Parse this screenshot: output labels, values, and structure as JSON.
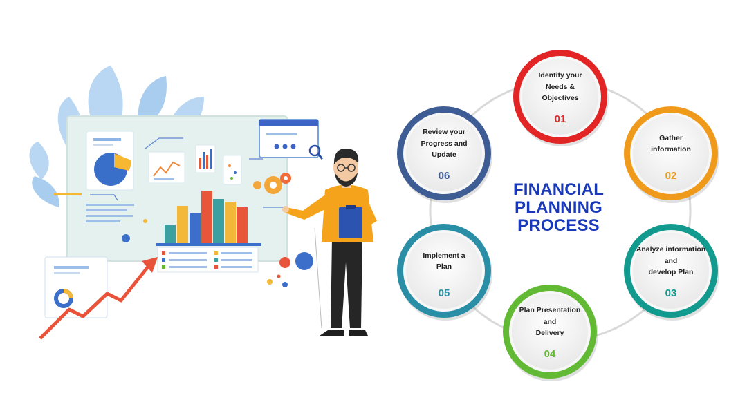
{
  "title": {
    "line1": "FINANCIAL",
    "line2": "PLANNING",
    "line3": "PROCESS"
  },
  "steps": [
    {
      "label": [
        "Identify your",
        "Needs &",
        "Objectives"
      ],
      "number": "01",
      "color": "#e32424"
    },
    {
      "label": [
        "Gather",
        "information"
      ],
      "number": "02",
      "color": "#f09a1c"
    },
    {
      "label": [
        "Analyze information",
        "and",
        "develop Plan"
      ],
      "number": "03",
      "color": "#139a8e"
    },
    {
      "label": [
        "Plan Presentation",
        "and",
        "Delivery"
      ],
      "number": "04",
      "color": "#62b934"
    },
    {
      "label": [
        "Implement a",
        "Plan"
      ],
      "number": "05",
      "color": "#2a8fa6"
    },
    {
      "label": [
        "Review your",
        "Progress and",
        "Update"
      ],
      "number": "06",
      "color": "#3f5d95"
    }
  ],
  "colors": {
    "title": "#1a39b8",
    "ring_track": "#d9d9d9"
  }
}
